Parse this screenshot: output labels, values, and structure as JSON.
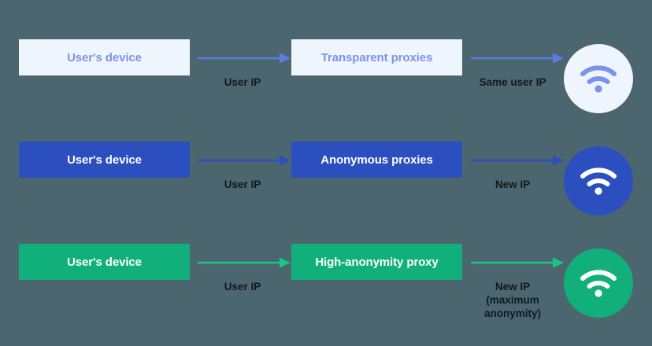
{
  "diagram": {
    "background_color": "#4c6670",
    "rows": [
      {
        "id": "transparent-proxies",
        "device_label": "User's device",
        "proxy_label": "Transparent proxies",
        "first_arrow_label": "User IP",
        "second_arrow_label": "Same user IP",
        "box_fill": "#eff5fd",
        "text_color": "#7b93e8",
        "arrow_color": "#5b7ce0",
        "endpoint_fill": "#eff5fd",
        "endpoint_icon_color": "#7b93e8",
        "endpoint_icon": "wifi-icon"
      },
      {
        "id": "anonymous-proxies",
        "device_label": "User's device",
        "proxy_label": "Anonymous proxies",
        "first_arrow_label": "User IP",
        "second_arrow_label": "New IP",
        "box_fill": "#2b4fbe",
        "text_color": "#ffffff",
        "arrow_color": "#2b4fbe",
        "endpoint_fill": "#2b4fbe",
        "endpoint_icon_color": "#ffffff",
        "endpoint_icon": "wifi-icon"
      },
      {
        "id": "high-anonymity-proxy",
        "device_label": "User's device",
        "proxy_label": "High-anonymity proxy",
        "first_arrow_label": "User IP",
        "second_arrow_label": "New IP\n(maximum\nanonymity)",
        "box_fill": "#11b07a",
        "text_color": "#ffffff",
        "arrow_color": "#17c87e",
        "endpoint_fill": "#11b07a",
        "endpoint_icon_color": "#ffffff",
        "endpoint_icon": "wifi-icon"
      }
    ]
  }
}
